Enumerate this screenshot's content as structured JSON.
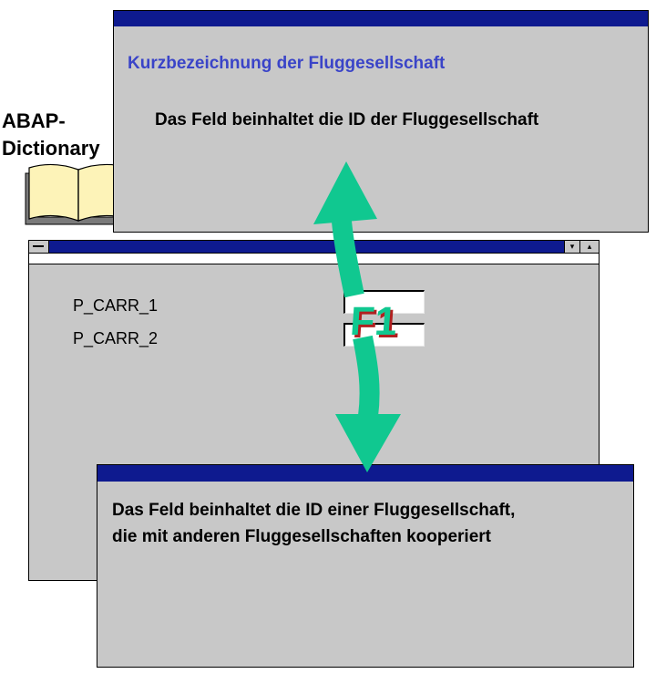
{
  "dictionary": {
    "label_line1": "ABAP-",
    "label_line2": "Dictionary"
  },
  "top_help": {
    "short_text": "Kurzbezeichnung der Fluggesellschaft",
    "description": "Das Feld beinhaltet die ID der Fluggesellschaft"
  },
  "selection_screen": {
    "title_buttons": [
      "▾",
      "▴"
    ],
    "fields": [
      {
        "label": "P_CARR_1",
        "value": ""
      },
      {
        "label": "P_CARR_2",
        "value": ""
      }
    ],
    "help_key": "F1"
  },
  "bottom_help": {
    "line1": "Das Feld beinhaltet die ID einer Fluggesellschaft,",
    "line2": "die mit anderen Fluggesellschaften kooperiert"
  },
  "colors": {
    "titlebar": "#0e1a8f",
    "window_bg": "#c8c8c8",
    "arrow": "#10c890",
    "short_text": "#3a44c8",
    "help_key_shadow": "#b02020"
  },
  "icons": {
    "book": "open-book-icon",
    "arrow_up": "arrow-up-icon",
    "arrow_down": "arrow-down-icon"
  }
}
